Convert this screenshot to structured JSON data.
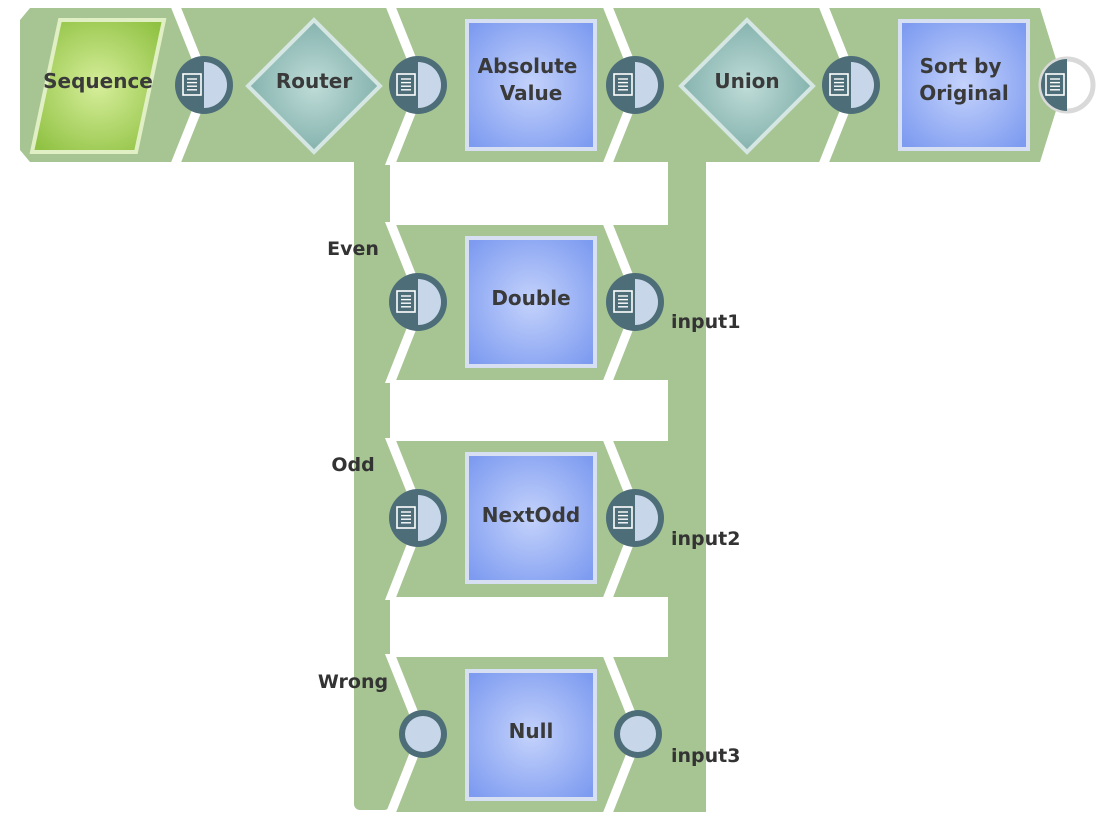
{
  "colors": {
    "track": "#a7c493",
    "snap": "#8fa9f3",
    "snap_border": "#d6e0f2",
    "router": "#86b6b1",
    "port_dark": "#4d6e78",
    "port_light": "#c8d6ea",
    "sequence": "#a9cd5e"
  },
  "snaps": {
    "sequence": "Sequence",
    "router": "Router",
    "absolute_value": [
      "Absolute",
      "Value"
    ],
    "union": "Union",
    "sort_by_original": [
      "Sort by",
      "Original"
    ],
    "double": "Double",
    "next_odd": "NextOdd",
    "null": "Null"
  },
  "router_outputs": {
    "even": "Even",
    "odd": "Odd",
    "wrong": "Wrong"
  },
  "union_inputs": {
    "input1": "input1",
    "input2": "input2",
    "input3": "input3"
  },
  "icons": {
    "port": "document-icon"
  }
}
